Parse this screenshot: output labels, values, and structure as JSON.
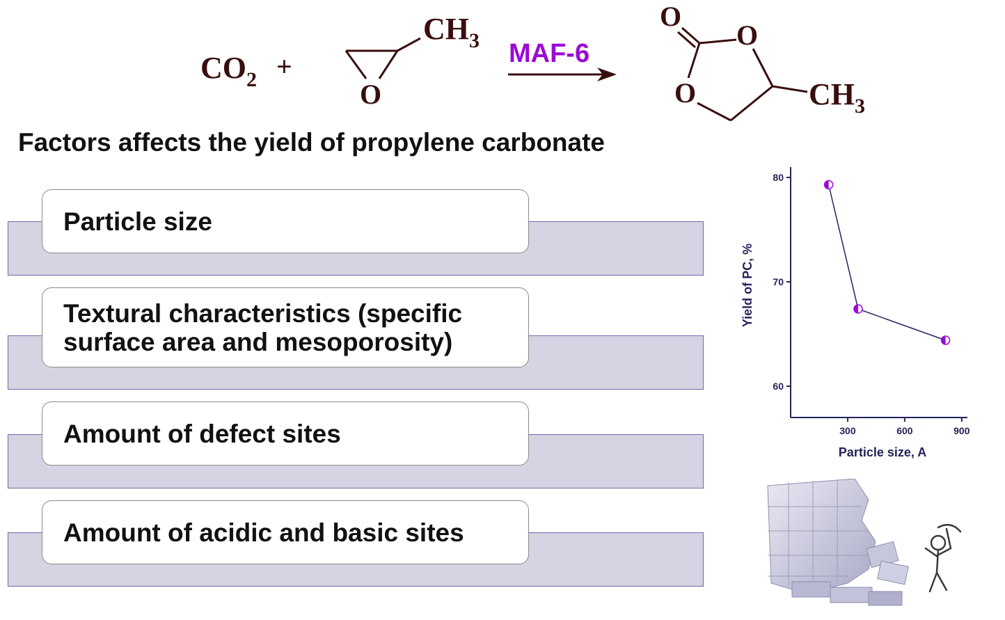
{
  "reaction": {
    "reactant1": "CO",
    "reactant1_sub": "2",
    "plus": "+",
    "epoxide_o": "O",
    "epoxide_ch3": "CH",
    "epoxide_ch3_sub": "3",
    "catalyst": "MAF-6",
    "product_o_carbonyl": "O",
    "product_o_ring_top": "O",
    "product_o_ring_left": "O",
    "product_ch3": "CH",
    "product_ch3_sub": "3"
  },
  "heading": "Factors affects the yield of propylene carbonate",
  "factors": [
    {
      "line1": "Particle size",
      "line2": ""
    },
    {
      "line1": "Textural characteristics (specific",
      "line2": "surface area and mesoporosity)"
    },
    {
      "line1": "Amount of defect sites",
      "line2": ""
    },
    {
      "line1": "Amount of acidic and basic sites",
      "line2": ""
    }
  ],
  "colors": {
    "accent": "#9b0ad6",
    "bar_fill": "#d4d4e2",
    "bar_border": "#6c6ca8",
    "chart_ink": "#23235a",
    "molecule": "#3a0e0e"
  },
  "illustration": {
    "icon": "puzzle-wall-with-stick-figure-icon"
  },
  "chart_data": {
    "type": "line",
    "xlabel": "Particle size, A",
    "ylabel": "Yield of PC, %",
    "x_ticks": [
      300,
      600,
      900
    ],
    "y_ticks": [
      60,
      70,
      80
    ],
    "xlim": [
      0,
      930
    ],
    "ylim": [
      57,
      81
    ],
    "series": [
      {
        "x": [
          200,
          355,
          815
        ],
        "y": [
          79.3,
          67.4,
          64.4
        ]
      }
    ],
    "marker": "half-filled circle",
    "marker_color": "#9b0ad6",
    "grid": false,
    "legend": "none"
  }
}
